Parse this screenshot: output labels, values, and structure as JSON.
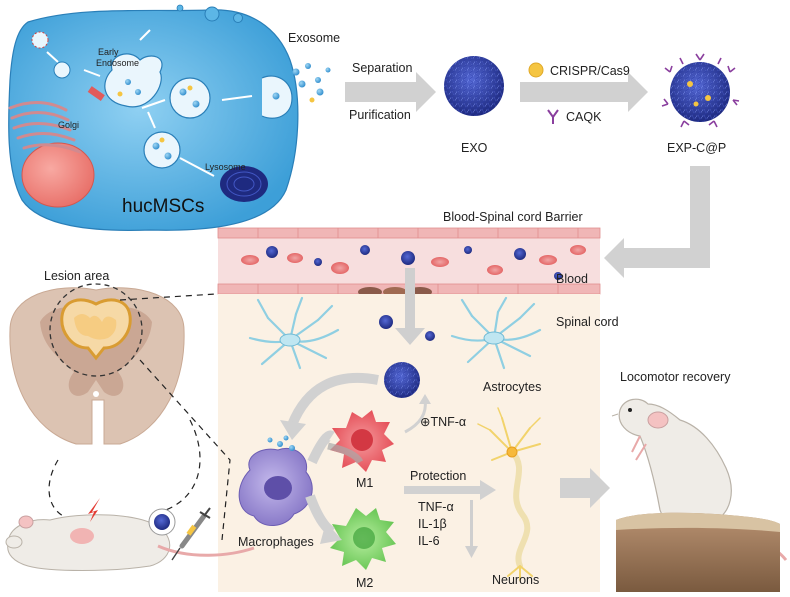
{
  "cell": {
    "name": "hucMSCs",
    "early_endosome": [
      "Early",
      "Endosome"
    ],
    "golgi": "Golgi",
    "lysosome": "Lysosome",
    "exosome": "Exosome"
  },
  "process": {
    "step1_top": "Separation",
    "step1_bottom": "Purification",
    "exo": "EXO",
    "crispr": "CRISPR/Cas9",
    "caqk": "CAQK",
    "expcp": "EXP-C@P"
  },
  "barrier": {
    "title": "Blood-Spinal cord Barrier",
    "blood": "Blood",
    "spinal_cord": "Spinal cord"
  },
  "lesion": {
    "title": "Lesion area"
  },
  "cells": {
    "astrocytes": "Astrocytes",
    "tnf_plus": "⊕TNF-α",
    "m1": "M1",
    "m2": "M2",
    "macrophages": "Macrophages",
    "protection": "Protection",
    "cytokines": [
      "TNF-α",
      "IL-1β",
      "IL-6"
    ],
    "neurons": "Neurons"
  },
  "outcome": {
    "locomotor": "Locomotor recovery"
  },
  "colors": {
    "cell_blue": "#5fb8e8",
    "exo_blue": "#3b4fb6",
    "blood_pink": "#f7dede",
    "spinal_beige": "#fbf1e4",
    "m1_red": "#ef5a62",
    "m2_green": "#7ed36b",
    "macrophage_purple": "#9d8fd0",
    "arrow_grey": "#cfcfcf"
  }
}
